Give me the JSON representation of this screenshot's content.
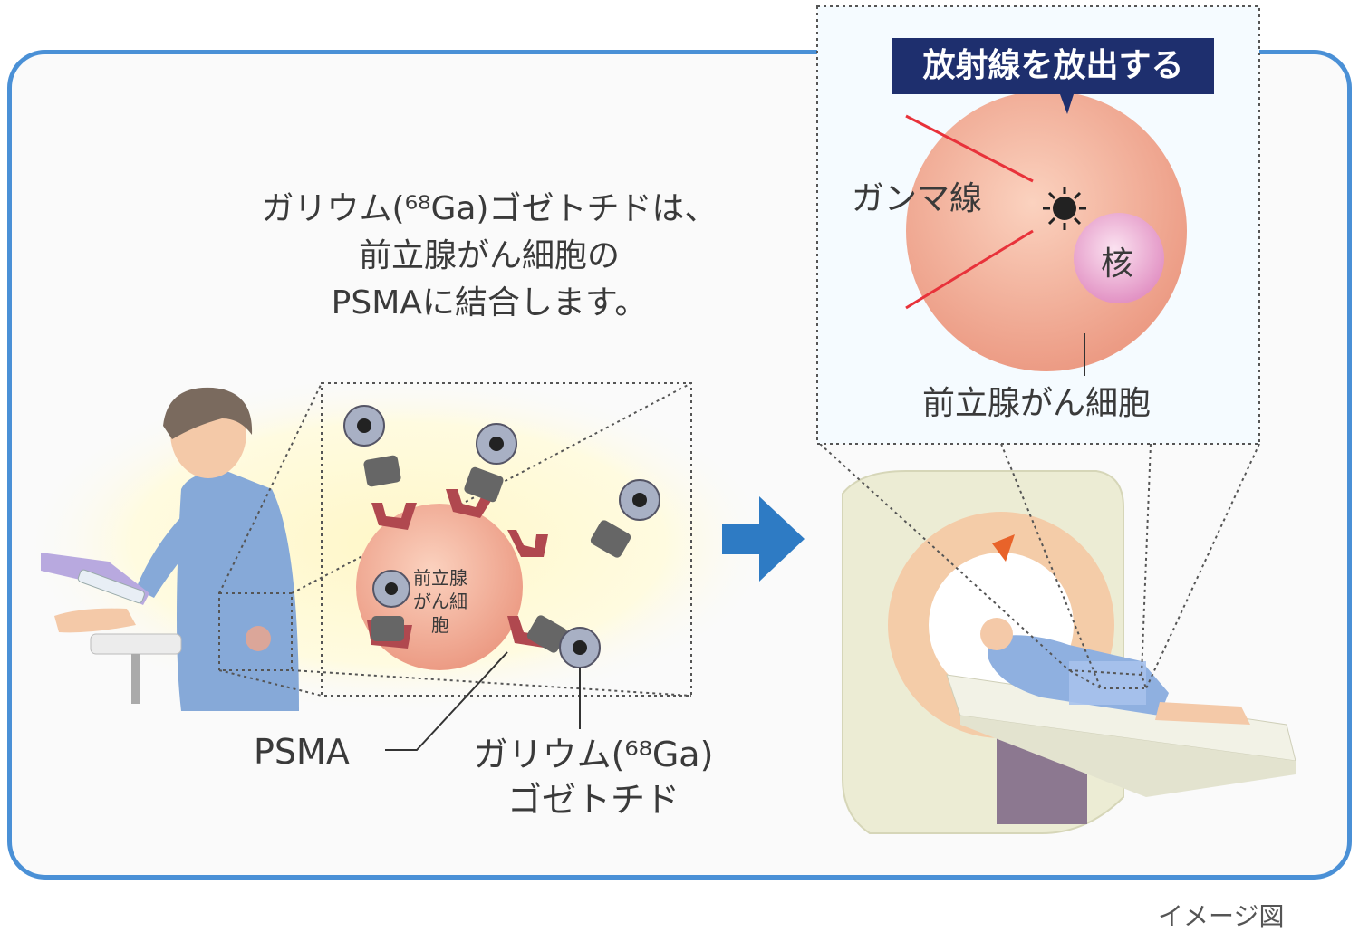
{
  "caption": {
    "line1": "ガリウム(⁶⁸Ga)ゴゼトチドは、",
    "line2": "前立腺がん細胞の",
    "line3": "PSMAに結合します。"
  },
  "zoom_panel": {
    "title": "放射線を放出する",
    "gamma_label": "ガンマ線",
    "nucleus_label": "核",
    "cell_label": "前立腺がん細胞"
  },
  "inset": {
    "cell_label_line1": "前立腺",
    "cell_label_line2": "がん細胞"
  },
  "labels": {
    "psma": "PSMA",
    "drug_line1": "ガリウム(⁶⁸Ga)",
    "drug_line2": "ゴゼトチド"
  },
  "footnote": "イメージ図",
  "colors": {
    "frame": "#4a90d6",
    "title_bg": "#1e2f6e",
    "cell": "#f0a58a",
    "nucleus": "#e89ac8",
    "receptor": "#b0484f",
    "arrow": "#2e7bc4",
    "gamma_ray": "#e8323a"
  }
}
